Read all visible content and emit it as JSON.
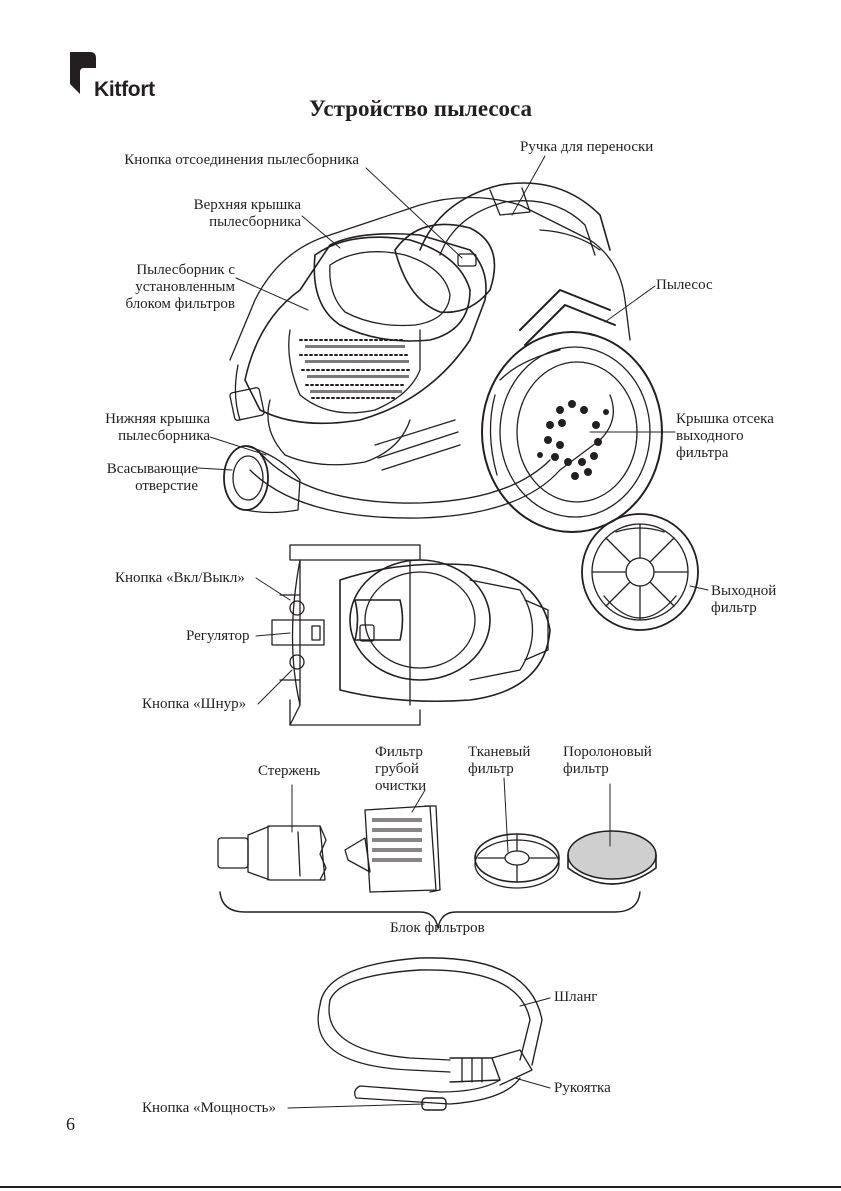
{
  "brand": {
    "name": "Kitfort"
  },
  "title": "Устройство пылесоса",
  "page_number": "6",
  "labels": {
    "detach_button": "Кнопка отсоединения пылесборника",
    "carry_handle": "Ручка для переноски",
    "top_cover": "Верхняя крышка пылесборника",
    "dust_container": "Пылесборник с установленным блоком фильтров",
    "vacuum_body": "Пылесос",
    "bottom_cover": "Нижняя крышка пылесборника",
    "outlet_cover": "Крышка отсека выходного фильтра",
    "suction_inlet": "Всасывающие отверстие",
    "power_switch": "Кнопка «Вкл/Выкл»",
    "regulator": "Регулятор",
    "cord_button": "Кнопка «Шнур»",
    "outlet_filter": "Выходной фильтр",
    "rod": "Стержень",
    "coarse_filter": "Фильтр грубой очистки",
    "cloth_filter": "Тканевый фильтр",
    "foam_filter": "Поролоновый фильтр",
    "filter_block": "Блок фильтров",
    "hose": "Шланг",
    "grip": "Рукоятка",
    "power_button": "Кнопка «Мощность»"
  }
}
